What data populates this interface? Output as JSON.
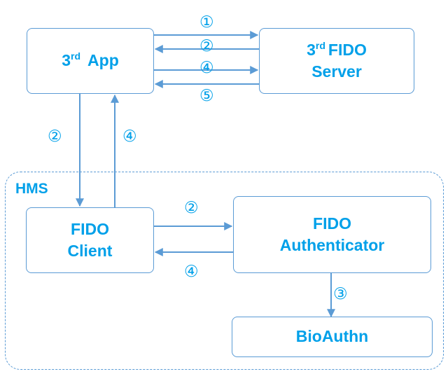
{
  "boxes": {
    "app": {
      "base": "App",
      "sup": "rd",
      "pre": "3"
    },
    "server": {
      "line1_pre": "3",
      "line1_sup": "rd",
      "line1_base": "FIDO",
      "line2": "Server"
    },
    "client": {
      "line1": "FIDO",
      "line2": "Client"
    },
    "authenticator": {
      "line1": "FIDO",
      "line2": "Authenticator"
    },
    "bioauthn": {
      "label": "BioAuthn"
    }
  },
  "group": {
    "label": "HMS"
  },
  "steps": {
    "s_top_1": "①",
    "s_top_2": "②",
    "s_top_4": "④",
    "s_top_5": "⑤",
    "s_left_2": "②",
    "s_left_4": "④",
    "s_mid_2": "②",
    "s_mid_4": "④",
    "s_bottom_3": "③"
  },
  "colors": {
    "text": "#00a0e9",
    "stroke": "#5b9bd5",
    "background": "#ffffff"
  }
}
